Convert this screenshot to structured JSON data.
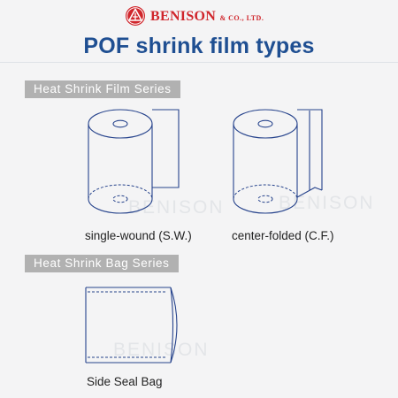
{
  "brand": {
    "name": "BENISON",
    "suffix": "& CO., LTD.",
    "logo_color": "#d0262c"
  },
  "title": "POF shrink film types",
  "sections": {
    "film_series": {
      "label": "Heat Shrink Film Series",
      "items": [
        {
          "caption": "single-wound (S.W.)",
          "icon": "single-wound-roll-icon"
        },
        {
          "caption": "center-folded (C.F.)",
          "icon": "center-folded-roll-icon"
        }
      ]
    },
    "bag_series": {
      "label": "Heat Shrink Bag Series",
      "items": [
        {
          "caption": "Side Seal Bag",
          "icon": "side-seal-bag-icon"
        }
      ]
    }
  },
  "watermark": "BENISON",
  "colors": {
    "title": "#1f4f92",
    "line_art": "#26438c",
    "series_label_bg": "#b1b1b1",
    "background": "#f4f4f5"
  }
}
